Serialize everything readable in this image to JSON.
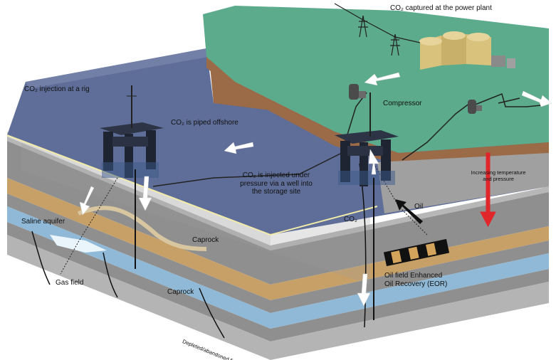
{
  "labels": {
    "power_plant": "CO₂ captured at the power plant",
    "injection_rig": "CO₂ injection at a rig",
    "compressor": "Compressor",
    "piped_offshore": "CO₂ is piped offshore",
    "injected_line1": "CO₂ is injected under",
    "injected_line2": "pressure via a well into",
    "injected_line3": "the storage site",
    "temp_line1": "Increasing temperature",
    "temp_line2": "and pressure",
    "saline_aquifer": "Saline aquifer",
    "caprock_upper": "Caprock",
    "caprock_lower": "Caprock",
    "gas_field": "Gas field",
    "co2_small": "CO₂",
    "oil": "Oil",
    "eor_line1": "Oil field Enhanced",
    "eor_line2": "Oil Recovery (EOR)",
    "depleted": "Depleted/abandoned fields"
  },
  "colors": {
    "sea": "#5f6e98",
    "land_top": "#5bab8c",
    "soil": "#9b6a46",
    "rock_grey": "#8e8e8e",
    "sand": "#c7a067",
    "aquifer_blue": "#8fb9d6",
    "arrow_white": "#ffffff",
    "arrow_red": "#e0262b",
    "arrow_black": "#111111"
  }
}
